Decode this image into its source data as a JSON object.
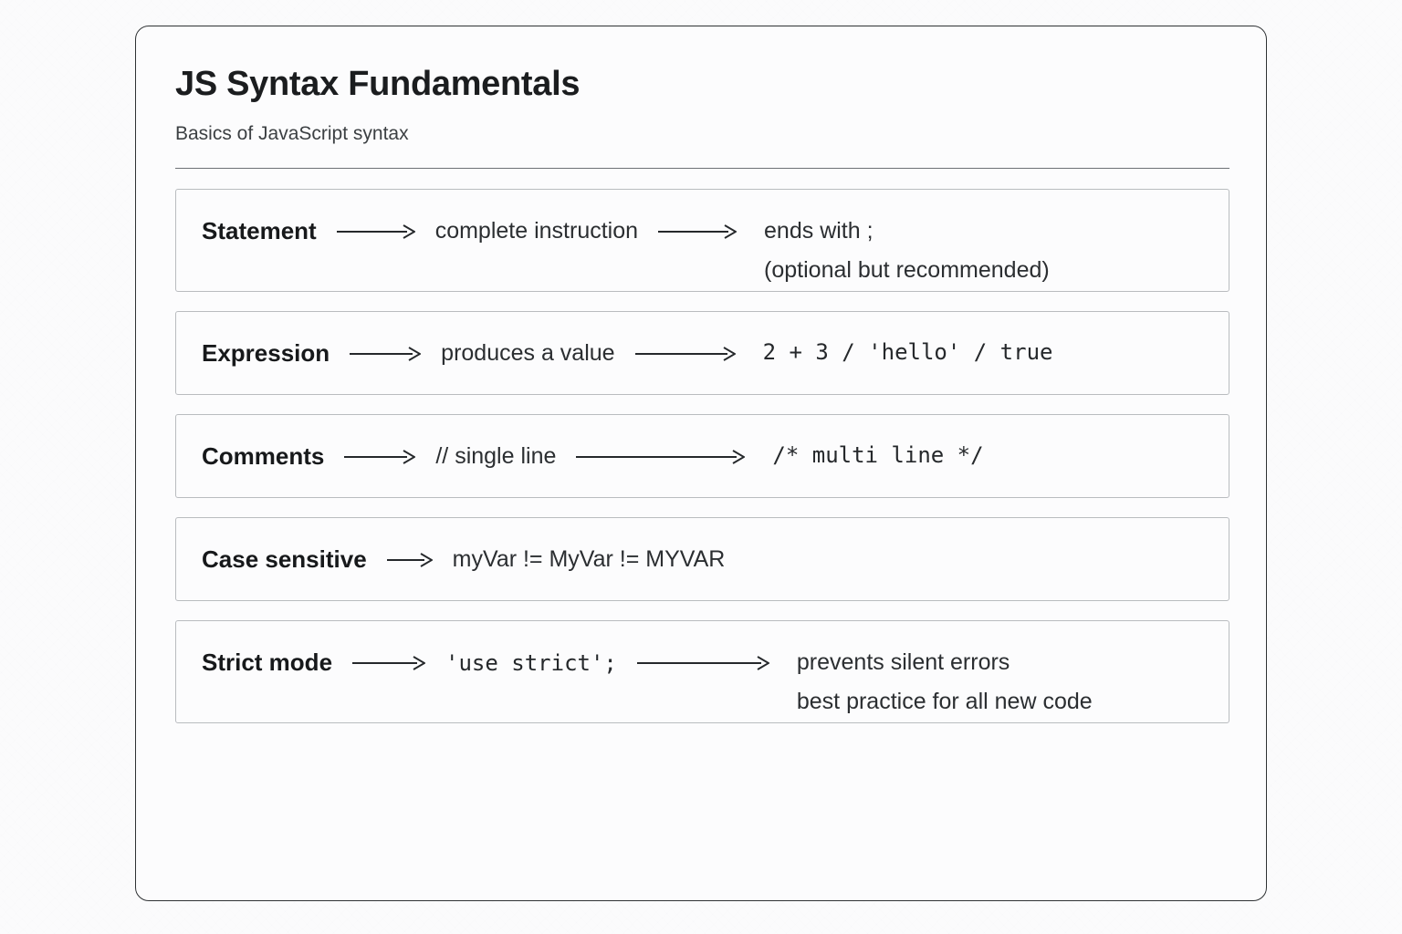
{
  "card": {
    "title": "JS Syntax Fundamentals",
    "subtitle": "Basics of JavaScript syntax"
  },
  "rows": [
    {
      "label": "Statement",
      "arrow1_len": 86,
      "middle": "complete instruction",
      "middle_mono": false,
      "arrow2_len": 86,
      "right_lines": [
        "ends with ;",
        "(optional but recommended)"
      ],
      "right_mono": false
    },
    {
      "label": "Expression",
      "arrow1_len": 78,
      "middle": "produces a value",
      "middle_mono": false,
      "arrow2_len": 110,
      "right_lines": [
        "2 + 3 / 'hello' / true"
      ],
      "right_mono": true
    },
    {
      "label": "Comments",
      "arrow1_len": 78,
      "middle": "// single line",
      "middle_mono": false,
      "arrow2_len": 185,
      "right_lines": [
        "/* multi line */"
      ],
      "right_mono": true
    },
    {
      "label": "Case sensitive",
      "arrow1_len": 50,
      "middle": "myVar != MyVar != MYVAR",
      "middle_mono": false,
      "arrow2_len": 0,
      "right_lines": [],
      "right_mono": false
    },
    {
      "label": "Strict mode",
      "arrow1_len": 80,
      "middle": "'use strict';",
      "middle_mono": true,
      "arrow2_len": 145,
      "right_lines": [
        "prevents silent errors",
        "best practice for all new code"
      ],
      "right_mono": false
    }
  ]
}
